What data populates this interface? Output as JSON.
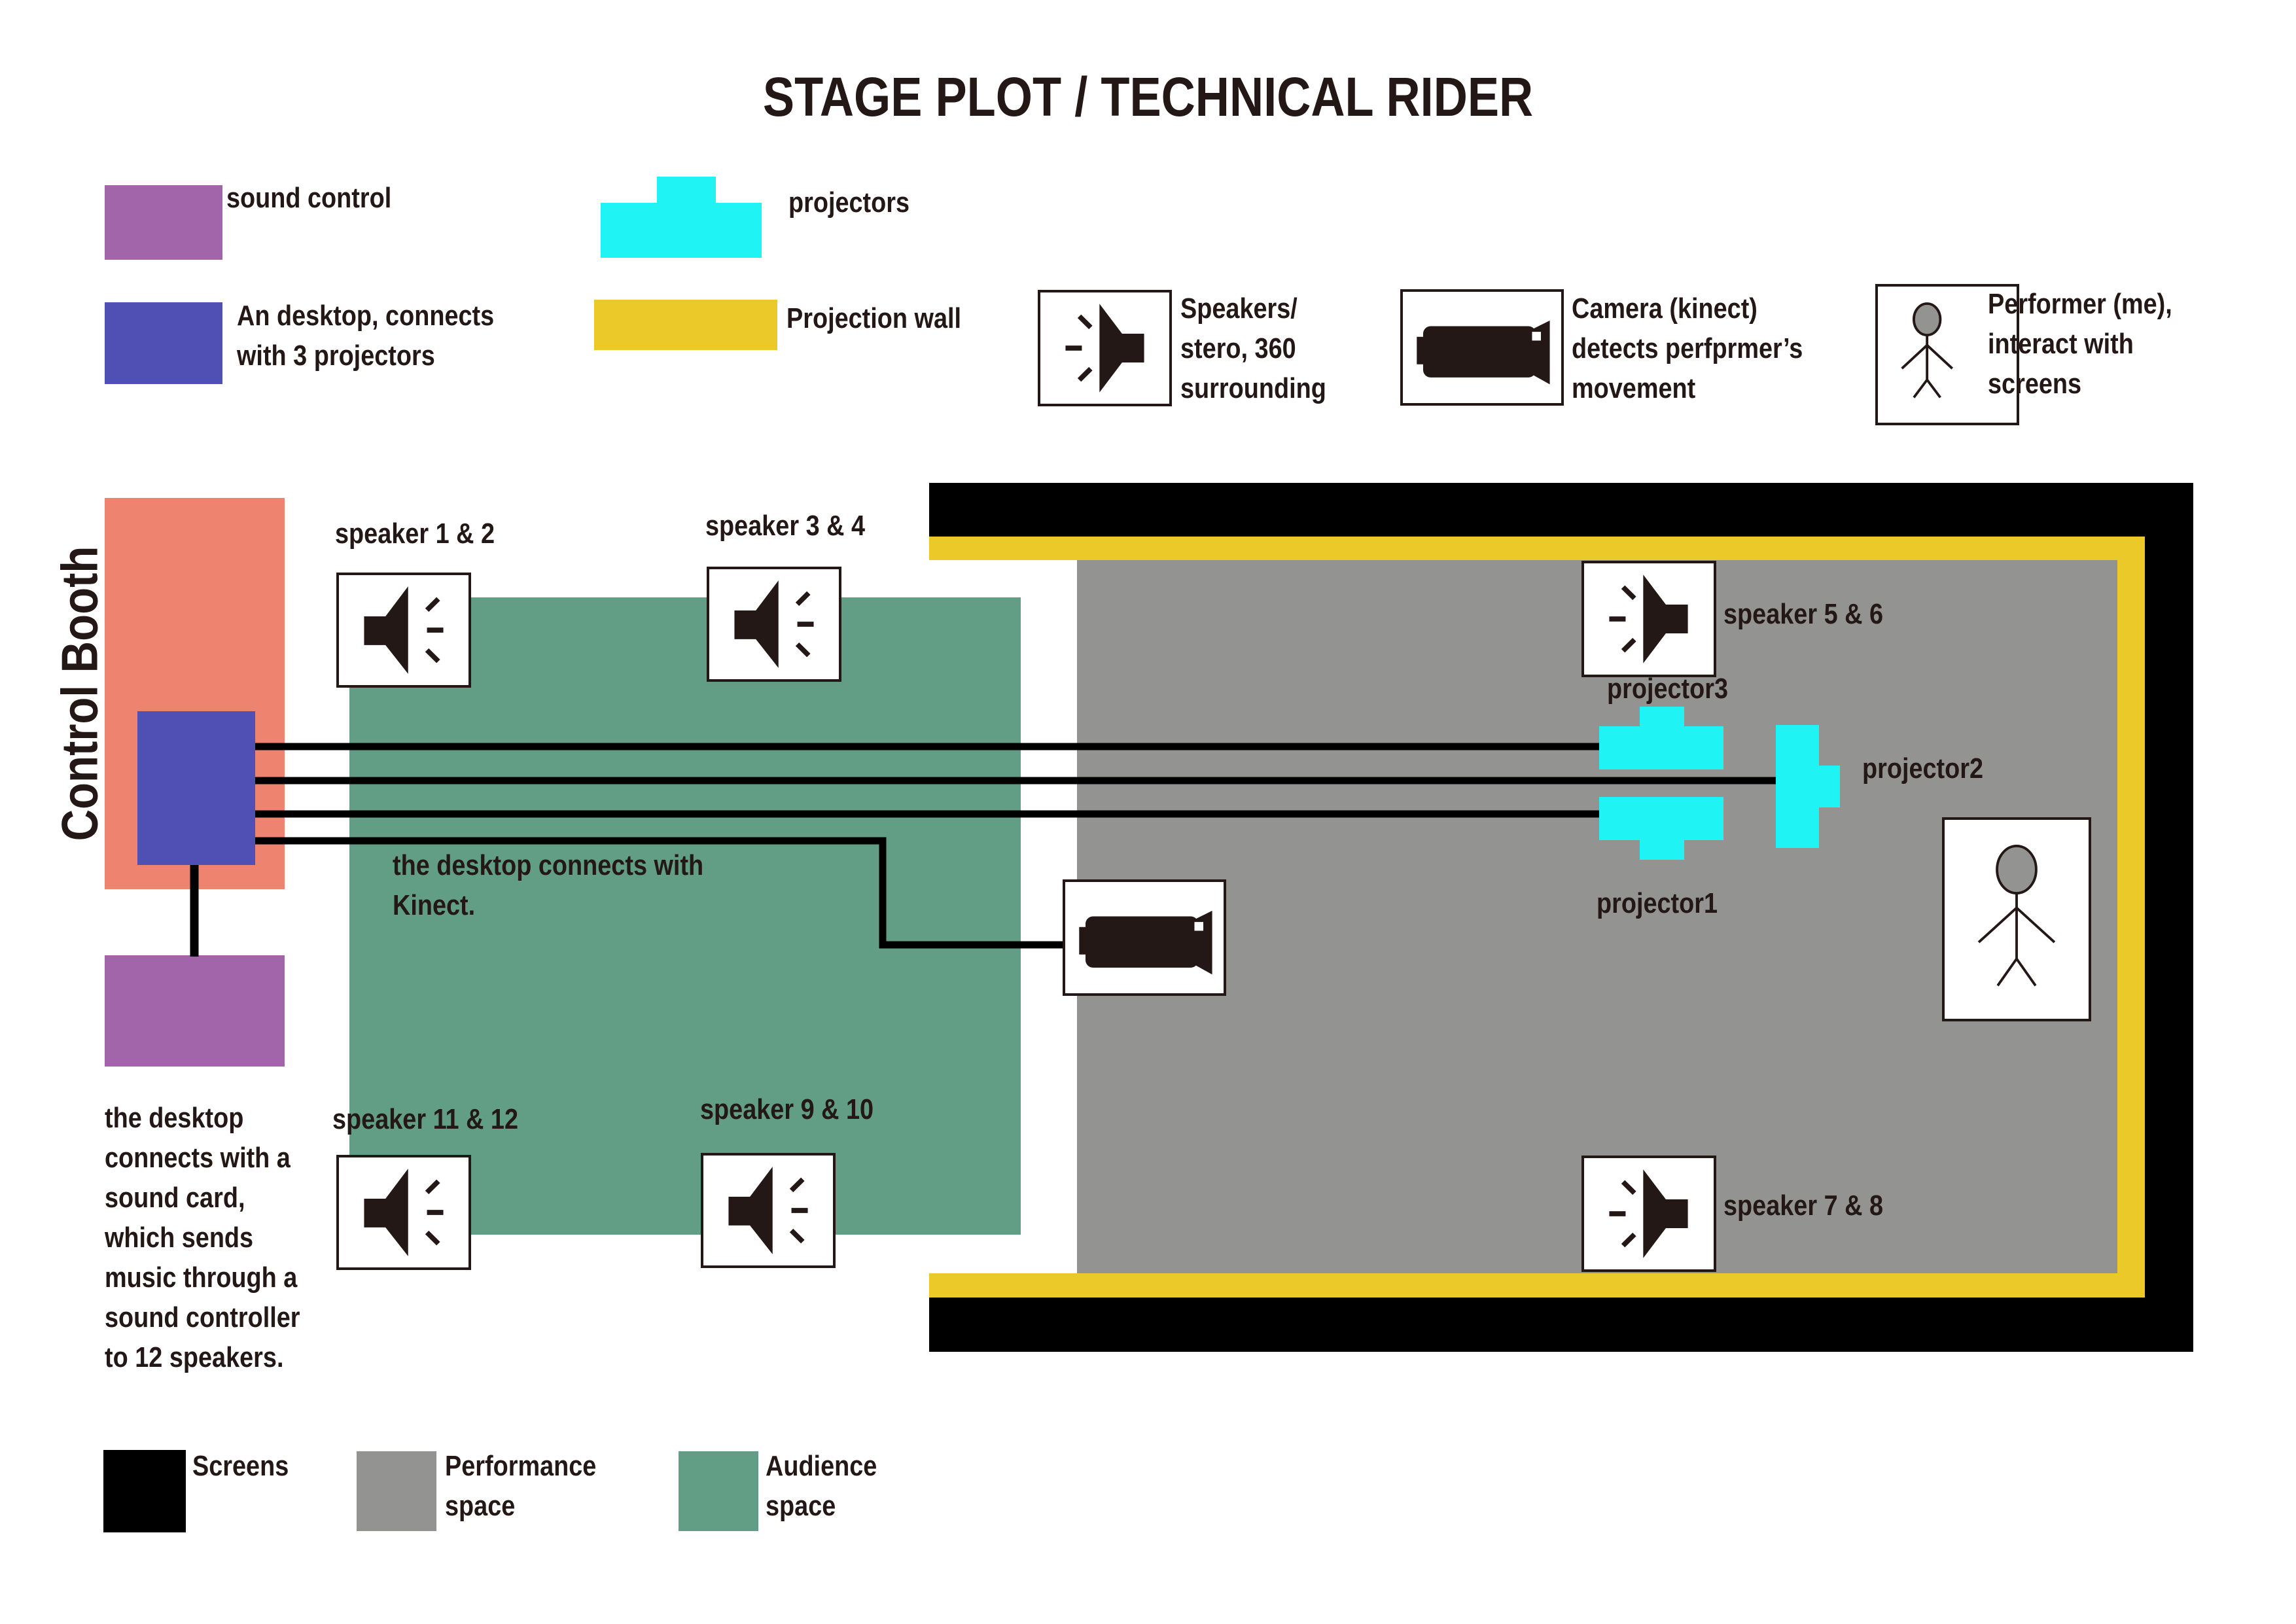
{
  "title": "STAGE PLOT / TECHNICAL RIDER",
  "colors": {
    "sound_control": "#a265a9",
    "desktop": "#4f4fb4",
    "projector": "#1ff3f3",
    "projection_wall": "#ebc928",
    "screens": "#000000",
    "performance_space": "#939391",
    "audience_space": "#629d85",
    "control_booth": "#ee8470",
    "ink": "#231815"
  },
  "legend_top": {
    "sound_control": "sound control",
    "desktop": [
      "An desktop, connects",
      "with 3 projectors"
    ],
    "projectors": "projectors",
    "projection_wall": "Projection wall",
    "speakers": [
      "Speakers/",
      "stero, 360",
      "surrounding"
    ],
    "camera": [
      "Camera (kinect)",
      "detects perfprmer’s",
      "movement"
    ],
    "performer": [
      "Performer (me),",
      "interact with",
      "screens"
    ]
  },
  "legend_bottom": {
    "screens": "Screens",
    "performance": [
      "Performance",
      "space"
    ],
    "audience": [
      "Audience",
      "space"
    ]
  },
  "plot": {
    "control_booth": "Control Booth",
    "speakers": {
      "s1_2": "speaker 1 & 2",
      "s3_4": "speaker 3 & 4",
      "s5_6": "speaker 5 & 6",
      "s7_8": "speaker 7 & 8",
      "s9_10": "speaker 9 & 10",
      "s11_12": "speaker 11 & 12"
    },
    "projectors": {
      "p1": "projector1",
      "p2": "projector2",
      "p3": "projector3"
    },
    "kinect_note": [
      "the desktop connects with",
      "Kinect."
    ],
    "sound_note": [
      "the desktop",
      "connects with a",
      "sound card,",
      "which sends",
      "music through a",
      "sound controller",
      "to 12 speakers."
    ]
  }
}
